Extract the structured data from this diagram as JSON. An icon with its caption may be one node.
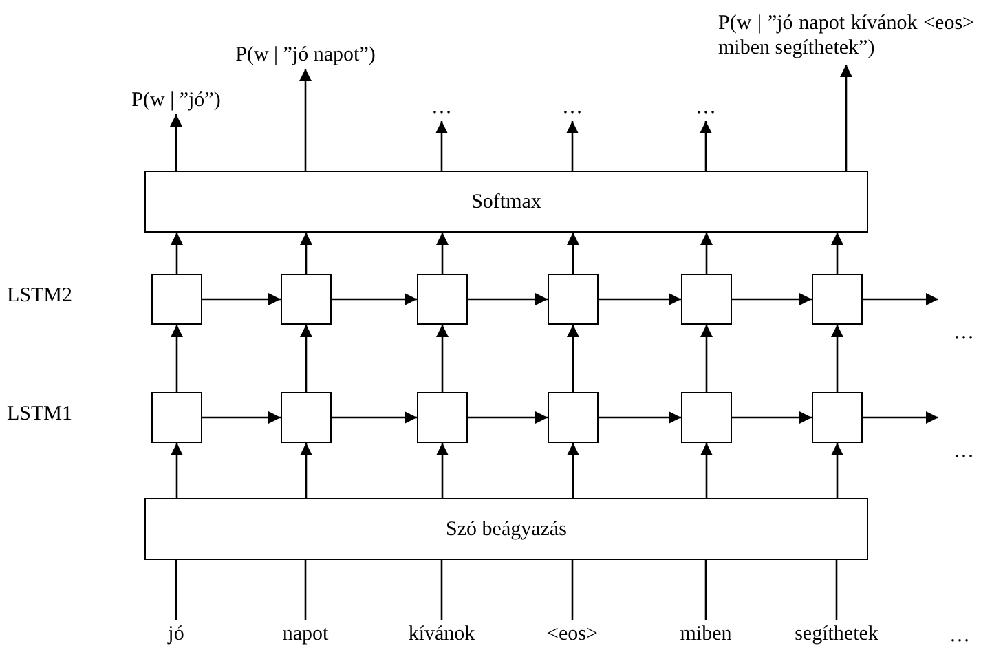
{
  "diagram": {
    "nodes": [
      {
        "text": [
          "Softmax"
        ]
      },
      {
        "text": [
          "Szó beágyazás"
        ]
      },
      {
        "text": [],
        "shape": "box"
      },
      {
        "text": [],
        "shape": "box"
      },
      {
        "text": [],
        "shape": "box"
      },
      {
        "text": [],
        "shape": "box"
      },
      {
        "text": [],
        "shape": "box"
      },
      {
        "text": [],
        "shape": "box"
      },
      {
        "text": [],
        "shape": "box"
      },
      {
        "text": [],
        "shape": "box"
      },
      {
        "text": [],
        "shape": "box"
      },
      {
        "text": [],
        "shape": "box"
      },
      {
        "text": [],
        "shape": "box"
      },
      {
        "text": [],
        "shape": "box"
      },
      {
        "text": [
          "P(w | ”jó”)"
        ]
      },
      {
        "text": [
          "P(w | ”jó napot”)"
        ]
      },
      {
        "text": [
          "…"
        ]
      },
      {
        "text": [
          "…"
        ]
      },
      {
        "text": [
          "…"
        ]
      },
      {
        "text": [
          "P(w | ”jó napot kívánok <eos> miben segíthetek”)"
        ]
      },
      {
        "text": [
          "jó"
        ]
      },
      {
        "text": [
          "napot"
        ]
      },
      {
        "text": [
          "kívánok"
        ]
      },
      {
        "text": [
          "<eos>"
        ]
      },
      {
        "text": [
          "miben"
        ]
      },
      {
        "text": [
          "segíthetek"
        ]
      }
    ],
    "edges": [
      {
        "from": 0,
        "to": 14,
        "arrow": "to"
      },
      {
        "from": 0,
        "to": 15,
        "arrow": "to"
      },
      {
        "from": 0,
        "to": 16,
        "arrow": "to"
      },
      {
        "from": 0,
        "to": 17,
        "arrow": "to"
      },
      {
        "from": 0,
        "to": 18,
        "arrow": "to"
      },
      {
        "from": 0,
        "to": 19,
        "arrow": "to"
      },
      {
        "from": 2,
        "to": 0,
        "arrow": "to"
      },
      {
        "from": 3,
        "to": 0,
        "arrow": "to"
      },
      {
        "from": 4,
        "to": 0,
        "arrow": "to"
      },
      {
        "from": 5,
        "to": 0,
        "arrow": "to"
      },
      {
        "from": 6,
        "to": 0,
        "arrow": "to"
      },
      {
        "from": 7,
        "to": 0,
        "arrow": "to"
      },
      {
        "from": 2,
        "to": 3,
        "arrow": "to"
      },
      {
        "from": 3,
        "to": 4,
        "arrow": "to"
      },
      {
        "from": 4,
        "to": 5,
        "arrow": "to"
      },
      {
        "from": 5,
        "to": 6,
        "arrow": "to"
      },
      {
        "from": 6,
        "to": 7,
        "arrow": "to"
      },
      {
        "from": 7,
        "to": null,
        "arrow": "to"
      },
      {
        "from": 8,
        "to": 2,
        "arrow": "to"
      },
      {
        "from": 9,
        "to": 3,
        "arrow": "to"
      },
      {
        "from": 10,
        "to": 4,
        "arrow": "to"
      },
      {
        "from": 11,
        "to": 5,
        "arrow": "to"
      },
      {
        "from": 12,
        "to": 6,
        "arrow": "to"
      },
      {
        "from": 13,
        "to": 7,
        "arrow": "to"
      },
      {
        "from": 8,
        "to": 9,
        "arrow": "to"
      },
      {
        "from": 9,
        "to": 10,
        "arrow": "to"
      },
      {
        "from": 10,
        "to": 11,
        "arrow": "to"
      },
      {
        "from": 11,
        "to": 12,
        "arrow": "to"
      },
      {
        "from": 12,
        "to": 13,
        "arrow": "to"
      },
      {
        "from": 13,
        "to": null,
        "arrow": "to"
      },
      {
        "from": 1,
        "to": 8,
        "arrow": "to"
      },
      {
        "from": 1,
        "to": 9,
        "arrow": "to"
      },
      {
        "from": 1,
        "to": 10,
        "arrow": "to"
      },
      {
        "from": 1,
        "to": 11,
        "arrow": "to"
      },
      {
        "from": 1,
        "to": 12,
        "arrow": "to"
      },
      {
        "from": 1,
        "to": 13,
        "arrow": "to"
      },
      {
        "from": 20,
        "to": 1,
        "arrow": "none"
      },
      {
        "from": 21,
        "to": 1,
        "arrow": "none"
      },
      {
        "from": 22,
        "to": 1,
        "arrow": "none"
      },
      {
        "from": 23,
        "to": 1,
        "arrow": "none"
      },
      {
        "from": 24,
        "to": 1,
        "arrow": "none"
      },
      {
        "from": 25,
        "to": 1,
        "arrow": "none"
      }
    ],
    "labels": [
      "LSTM2",
      "…",
      "LSTM1",
      "…",
      "…"
    ]
  }
}
